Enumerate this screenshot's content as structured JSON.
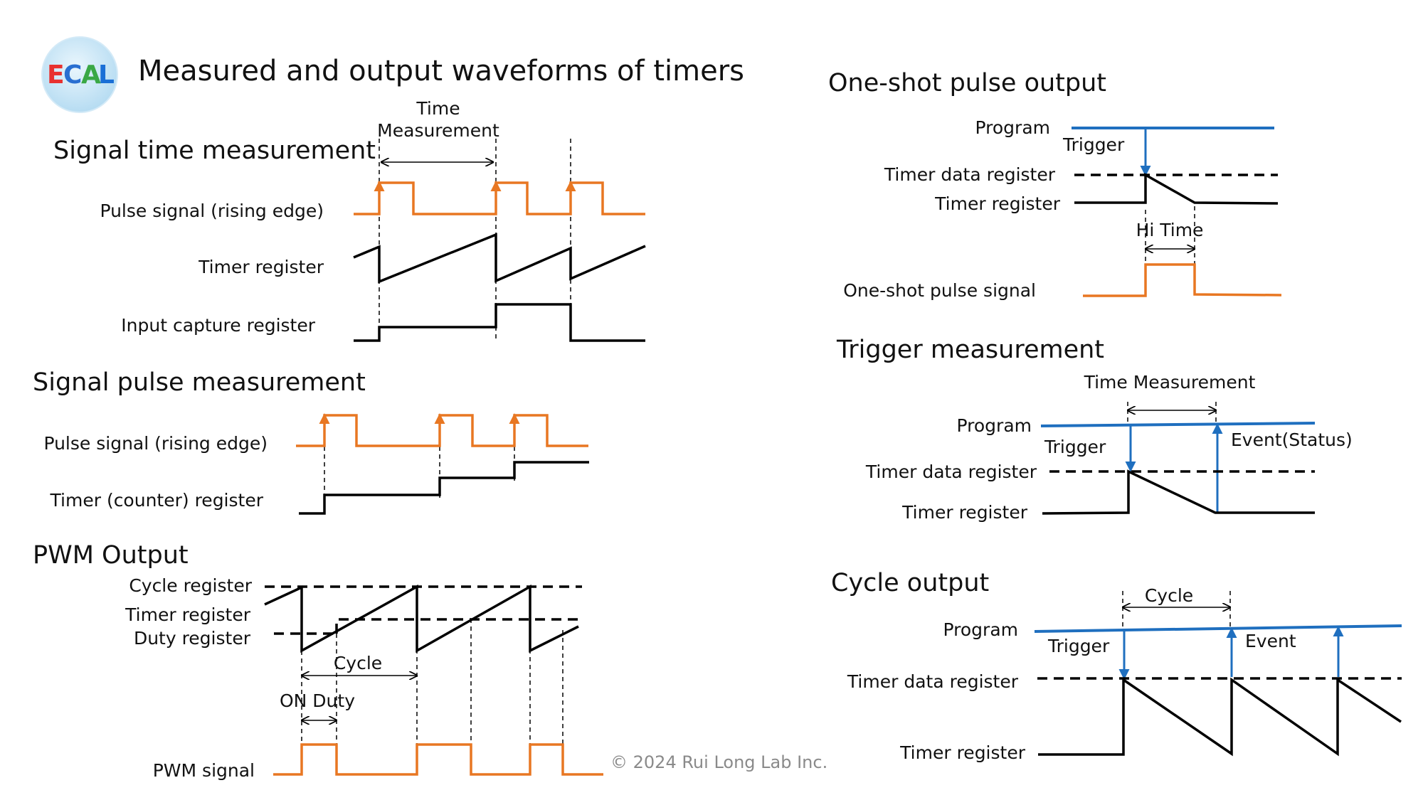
{
  "title": "Measured and output waveforms of timers",
  "logo": {
    "letters": [
      "E",
      "C",
      "A",
      "L"
    ],
    "colors": [
      "#e8312f",
      "#2a6fd1",
      "#3aa845",
      "#1a6fd6"
    ]
  },
  "copyright": "© 2024 Rui Long Lab Inc.",
  "colors": {
    "pulse": "#e87722",
    "program": "#1f6fbf",
    "register": "#000000"
  },
  "sections": {
    "signal_time": {
      "title": "Signal time measurement",
      "interval_label_1": "Time",
      "interval_label_2": "Measurement",
      "labels": [
        "Pulse signal (rising edge)",
        "Timer register",
        "Input capture register"
      ]
    },
    "signal_pulse": {
      "title": "Signal pulse measurement",
      "labels": [
        "Pulse signal (rising edge)",
        "Timer (counter) register"
      ]
    },
    "pwm": {
      "title": "PWM Output",
      "labels": [
        "Cycle register",
        "Timer register",
        "Duty register",
        "PWM signal"
      ],
      "cycle_label": "Cycle",
      "on_duty_label": "ON Duty"
    },
    "one_shot": {
      "title": "One-shot pulse output",
      "labels": [
        "Program",
        "Timer data register",
        "Timer register",
        "One-shot pulse signal"
      ],
      "trigger_label": "Trigger",
      "hi_time_label": "Hi Time"
    },
    "trigger_meas": {
      "title": "Trigger measurement",
      "labels": [
        "Program",
        "Timer data register",
        "Timer register"
      ],
      "interval_label": "Time Measurement",
      "trigger_label": "Trigger",
      "event_label": "Event(Status)"
    },
    "cycle_out": {
      "title": "Cycle output",
      "labels": [
        "Program",
        "Timer data register",
        "Timer register"
      ],
      "cycle_label": "Cycle",
      "trigger_label": "Trigger",
      "event_label": "Event"
    }
  }
}
